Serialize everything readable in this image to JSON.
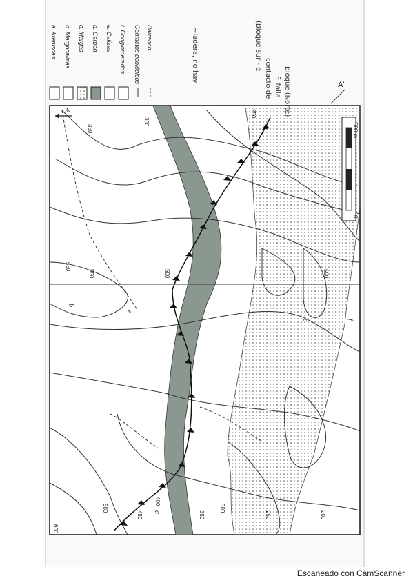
{
  "map": {
    "legend": [
      {
        "label": "a. Areniscas",
        "fill": "#ffffff"
      },
      {
        "label": "b. Margocalizas",
        "fill": "#ffffff"
      },
      {
        "label": "c. Margas",
        "fill": "dots"
      },
      {
        "label": "d. Carbón",
        "fill": "#8a9890"
      },
      {
        "label": "e. Calizas",
        "fill": "#ffffff"
      },
      {
        "label": "f. Conglomerados",
        "fill": "#ffffff"
      }
    ],
    "legend_lines": {
      "contacts": "Contactos geológicos",
      "ravine": "Barranco"
    },
    "section_label": "A'",
    "north_label": "N",
    "scale_label": "500 m",
    "scale_zero": "0",
    "contour_labels": [
      "600",
      "550",
      "500",
      "450",
      "400",
      "350",
      "300",
      "250",
      "200",
      "250",
      "300",
      "350",
      "500",
      "550",
      "500"
    ],
    "unit_letters": [
      "b",
      "e",
      "f",
      "e",
      "a"
    ],
    "handwriting": {
      "line1": "~ladera, no hay",
      "line2": "contacto de",
      "line3": "F. falla",
      "line4": "(Bloque sur - e",
      "line5": "Bloque (Norte)"
    },
    "accent_colors": {
      "coal": "#8a9890",
      "marl_dots": "#555555",
      "lines": "#333333"
    }
  },
  "footer": {
    "scanner_text": "Escaneado con CamScanner"
  }
}
